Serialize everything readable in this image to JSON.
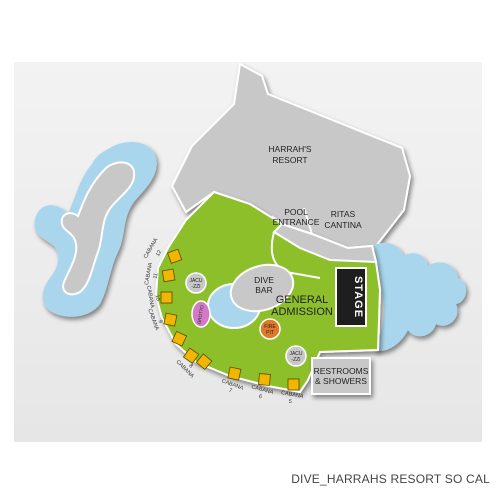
{
  "title": "DIVE_HARRAHS RESORT SO CAL",
  "areas": {
    "resort": [
      "HARRAH'S",
      "RESORT"
    ],
    "pool_entrance": [
      "POOL",
      "ENTRANCE"
    ],
    "ritas": [
      "RITAS",
      "CANTINA"
    ],
    "dive_bar": [
      "DIVE",
      "BAR"
    ],
    "general_admission": [
      "GENERAL",
      "ADMISSION"
    ],
    "stage": "STAGE",
    "restrooms": [
      "RESTROOMS",
      "& SHOWERS"
    ],
    "fire_pit": [
      "FIRE",
      "PIT"
    ],
    "grotto": "GROTTO",
    "jacuzzi": [
      "JACU",
      "-ZZI"
    ]
  },
  "cabanas": [
    {
      "label": "CABANA",
      "number": "12"
    },
    {
      "label": "CABANA",
      "number": "11"
    },
    {
      "label": "CABANA",
      "number": "10"
    },
    {
      "label": "CABANA",
      "number": "9"
    },
    {
      "label": "CABANA",
      "number": "8"
    },
    {
      "label": "CABANA",
      "number": "7"
    },
    {
      "label": "CABANA",
      "number": "6"
    },
    {
      "label": "CABANA",
      "number": "5"
    }
  ],
  "colors": {
    "background": "#eeeeee",
    "building": "#c8c8c8",
    "building_stroke": "#ffffff",
    "water": "#a9d6ec",
    "lawn": "#8dbf2a",
    "cabana": "#f2b600",
    "stage": "#1e1e1e",
    "fire_pit": "#e07a2a",
    "grotto": "#d17bc7"
  }
}
